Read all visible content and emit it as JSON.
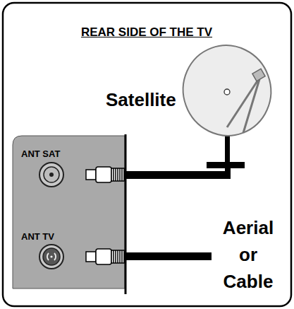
{
  "diagram": {
    "title": "REAR SIDE OF THE TV",
    "labels": [
      "Satellite",
      "ANT SAT",
      "ANT TV",
      "Aerial or Cable"
    ]
  }
}
